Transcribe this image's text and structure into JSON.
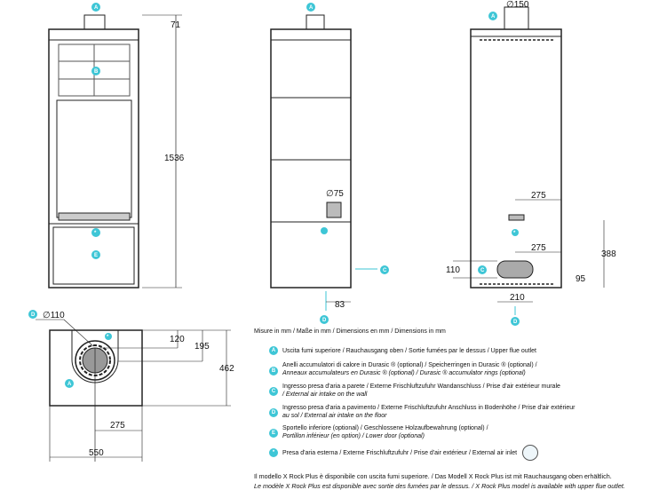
{
  "markers": {
    "a": "A",
    "b": "B",
    "c": "C",
    "d": "D",
    "e": "E",
    "star": "*"
  },
  "front_view": {
    "dim_top": "71",
    "dim_height": "1536"
  },
  "side_view": {
    "dim_diameter": "∅75",
    "dim_depth": "83"
  },
  "rear_view": {
    "dim_flue": "∅150",
    "dim_275_upper": "275",
    "dim_275_lower": "275",
    "dim_110": "110",
    "dim_95": "95",
    "dim_388": "388",
    "dim_210": "210"
  },
  "plan_view": {
    "dim_diameter": "∅110",
    "dim_120": "120",
    "dim_195": "195",
    "dim_462": "462",
    "dim_275": "275",
    "dim_550": "550"
  },
  "legend": {
    "units": "Misure in mm / Maße in mm / Dimensions en mm / Dimensions in mm",
    "items": [
      {
        "marker": "A",
        "line1": "Uscita fumi superiore / Rauchausgang oben  / Sortie fumées par le dessus / Upper flue outlet",
        "line2": ""
      },
      {
        "marker": "B",
        "line1": "Anelli accumulatori di calore in Durasic ® (optional)  / Speicherringen in Durasic ® (optional) /",
        "line2": "Anneaux accumulateurs en Durasic ® (optional)  / Durasic ®  accumulator rings (optional)"
      },
      {
        "marker": "C",
        "line1": "Ingresso presa d'aria a parete / Externe Frischluftzufuhr Wandanschluss / Prise d'air extérieur murale",
        "line2": " / External air intake on the wall"
      },
      {
        "marker": "D",
        "line1": "Ingresso presa d'aria a pavimento / Externe Frischluftzufuhr Anschluss in Bodenhöhe / Prise d'air extérieur",
        "line2": "au sol  / External air intake on the floor"
      },
      {
        "marker": "E",
        "line1": "Sportello inferiore (optional) / Geschlossene Holzaufbewahrung (optional) /",
        "line2": "Portillon inférieur (en option) / Lower door (optional)"
      },
      {
        "marker": "*",
        "line1": "Presa d'aria esterna / Externe Frischluftzufuhr / Prise d'air extérieur / External air inlet",
        "line2": ""
      }
    ],
    "footer_line1": "Il modello X Rock Plus è disponibile con uscita fumi superiore. / Das Modell X Rock Plus ist mit Rauchausgang oben erhältlich.",
    "footer_line2": "Le modèle X Rock Plus est disponible avec sortie des fumées par le dessus. / X Rock Plus model is available with upper flue outlet."
  }
}
